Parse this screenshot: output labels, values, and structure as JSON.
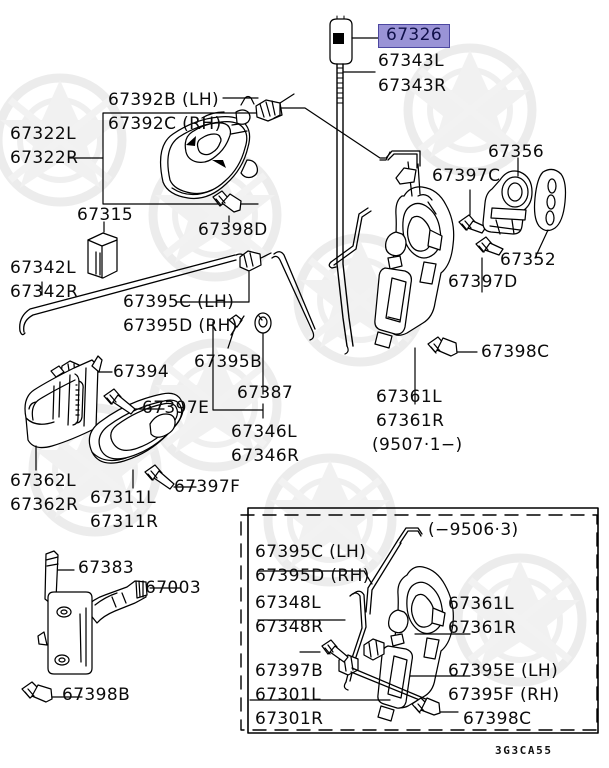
{
  "diagram": {
    "code": "3G3CA55",
    "highlight_color": "#9a93d6",
    "highlight_border_color": "#4c47a0",
    "highlight_text_color": "#11114a",
    "background_color": "#ffffff",
    "line_color": "#000000"
  },
  "highlighted_part": {
    "number": "67326"
  },
  "labels": {
    "rod_upper": [
      "67343L",
      "67343R"
    ],
    "outside_handle_group": [
      "67322L",
      "67322R"
    ],
    "handle_clip": [
      "67392B (LH)",
      "67392C (RH)"
    ],
    "handle_screw": "67398D",
    "knob": "67315",
    "link_rod_left": [
      "67342L",
      "67342R"
    ],
    "link_rod_center": [
      "67395C (LH)",
      "67395D (RH)"
    ],
    "clip_67395b": "67395B",
    "clip_67387": "67387",
    "rod_67346": [
      "67346L",
      "67346R"
    ],
    "clip_67394": "67394",
    "screw_67397e": "67397E",
    "inside_handle_case": [
      "67362L",
      "67362R"
    ],
    "inside_handle": [
      "67311L",
      "67311R"
    ],
    "screw_67397f": "67397F",
    "pin_67383": "67383",
    "door_checker": "67003",
    "bolt_67398b": "67398B",
    "striker_67356": "67356",
    "screw_67397c": "67397C",
    "screw_67397d": "67397D",
    "shim_67352": "67352",
    "bolt_67398c": "67398C",
    "latch_main": [
      "67361L",
      "67361R"
    ],
    "latch_main_date": "(9507·1−)"
  },
  "inset": {
    "date": "(−9506·3)",
    "labels": {
      "rod_67395": [
        "67395C (LH)",
        "67395D (RH)"
      ],
      "rod_67348": [
        "67348L",
        "67348R"
      ],
      "screw_67397b": "67397B",
      "actuator_67301": [
        "67301L",
        "67301R"
      ],
      "latch_67361": [
        "67361L",
        "67361R"
      ],
      "rod_67395ef": [
        "67395E (LH)",
        "67395F (RH)"
      ],
      "bolt_67398c": "67398C"
    }
  }
}
